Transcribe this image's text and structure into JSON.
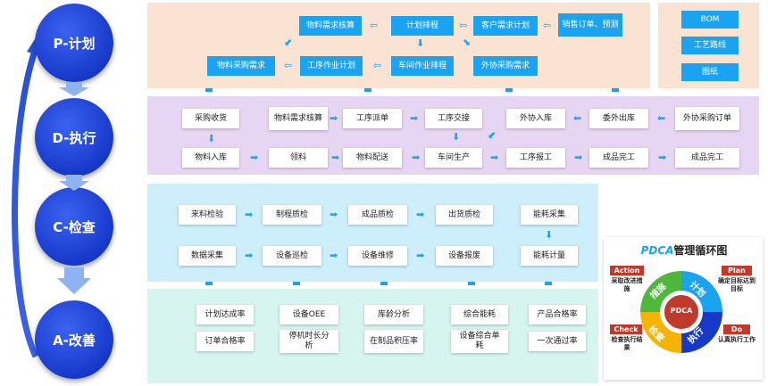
{
  "phases": [
    "P-计划",
    "D-执行",
    "C-检查",
    "A-改善"
  ],
  "plan": {
    "row1": [
      "物料需求核算",
      "计划排程",
      "客户需求计划",
      "销售订单、预测"
    ],
    "row2": [
      "物料采购需求",
      "工序作业计划",
      "车间作业排程",
      "外协采购需求"
    ],
    "side": [
      "BOM",
      "工艺路线",
      "图纸"
    ]
  },
  "do": {
    "row1": [
      "采购收货",
      "物料需求核算",
      "工序派单",
      "工序交接",
      "外协入库",
      "委外出库",
      "外协采购订单"
    ],
    "row2": [
      "物料入库",
      "领料",
      "物料配送",
      "车间生产",
      "工序报工",
      "成品完工",
      "成品完工"
    ]
  },
  "check": {
    "row1": [
      "来料检验",
      "制程质检",
      "成品质检",
      "出货质检",
      "能耗采集"
    ],
    "row2": [
      "数据采集",
      "设备巡检",
      "设备维修",
      "设备报废",
      "能耗计量"
    ]
  },
  "act": {
    "row1": [
      "计划达成率",
      "设备OEE",
      "库龄分析",
      "综合能耗",
      "产品合格率"
    ],
    "row2": [
      "订单合格率",
      "停机时长分析",
      "在制品积压率",
      "设备综合单耗",
      "一次通过率"
    ]
  },
  "pdca": {
    "title_prefix": "PDCA",
    "title_rest": "管理循环图",
    "center": "PDCA",
    "ring": [
      "计划",
      "执行",
      "检查",
      "措施"
    ],
    "action": {
      "tag": "Action",
      "desc": "采取改进措施"
    },
    "plan": {
      "tag": "Plan",
      "desc": "确定目标达到目标"
    },
    "check": {
      "tag": "Check",
      "desc": "检查执行结果"
    },
    "do": {
      "tag": "Do",
      "desc": "认真执行工作"
    }
  },
  "colors": {
    "phase_circle": "#1739c9",
    "plan_panel": "#fbe3d3",
    "do_panel": "#e6d6f3",
    "check_panel": "#cdeefb",
    "act_panel": "#d6f5ee",
    "accent": "#1aa3f0",
    "tag_red": "#c0392b"
  }
}
